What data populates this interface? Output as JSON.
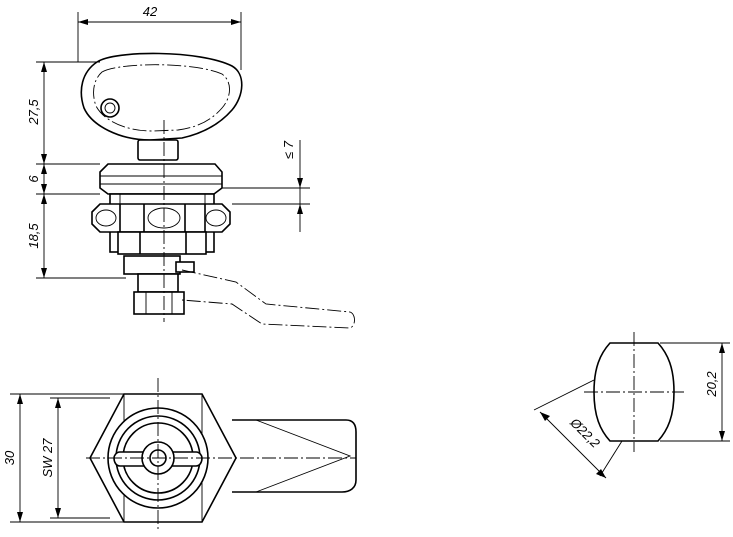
{
  "drawing": {
    "dimensions": {
      "width_top": "42",
      "handle_height": "27,5",
      "flange_height": "6",
      "body_height": "18,5",
      "panel_thickness": "≤ 7",
      "across_flats_total": "30",
      "wrench_size": "SW 27",
      "across_flats_cut": "20,2",
      "cutout_diameter": "Ø22,2"
    }
  }
}
